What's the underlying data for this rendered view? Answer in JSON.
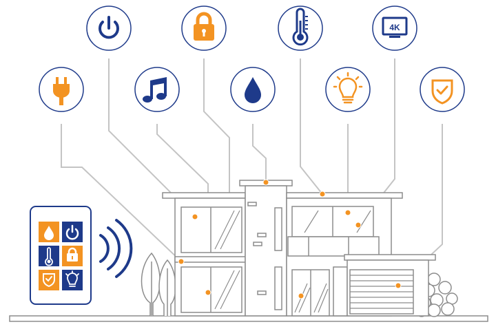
{
  "colors": {
    "navy": "#1e3a8a",
    "orange": "#f39322",
    "line_gray": "#bdbdbd",
    "house_gray": "#8c8c8c"
  },
  "icons": [
    {
      "name": "power-plug-icon",
      "label_icon": "plug"
    },
    {
      "name": "power-button-icon",
      "label_icon": "power"
    },
    {
      "name": "music-note-icon",
      "label_icon": "music"
    },
    {
      "name": "padlock-icon",
      "label_icon": "lock"
    },
    {
      "name": "water-drop-icon",
      "label_icon": "water"
    },
    {
      "name": "thermometer-icon",
      "label_icon": "temperature"
    },
    {
      "name": "light-bulb-icon",
      "label_icon": "light"
    },
    {
      "name": "tv-4k-icon",
      "label_icon": "television"
    },
    {
      "name": "security-shield-icon",
      "label_icon": "security"
    }
  ],
  "tv": {
    "label": "4K"
  },
  "phone": {
    "tiles": [
      {
        "icon": "water-drop-icon"
      },
      {
        "icon": "power-button-icon"
      },
      {
        "icon": "thermometer-icon"
      },
      {
        "icon": "padlock-icon"
      },
      {
        "icon": "security-shield-icon"
      },
      {
        "icon": "light-bulb-icon"
      }
    ]
  }
}
